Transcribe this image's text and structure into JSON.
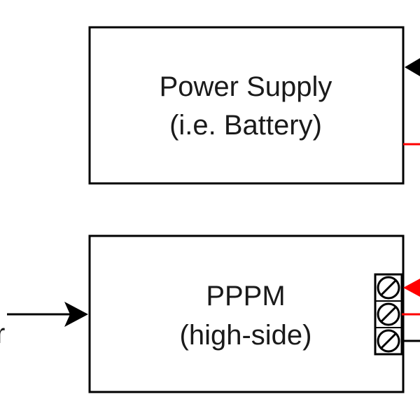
{
  "diagram": {
    "power_supply": {
      "line1": "Power Supply",
      "line2": "(i.e. Battery)"
    },
    "pppm": {
      "line1": "PPPM",
      "line2": "(high-side)"
    },
    "input_label_fragment": "r"
  },
  "colors": {
    "stroke": "#000000",
    "wire_red": "#ff0000",
    "background": "#ffffff"
  },
  "icons": {
    "terminal_block": "terminal-block-icon"
  }
}
